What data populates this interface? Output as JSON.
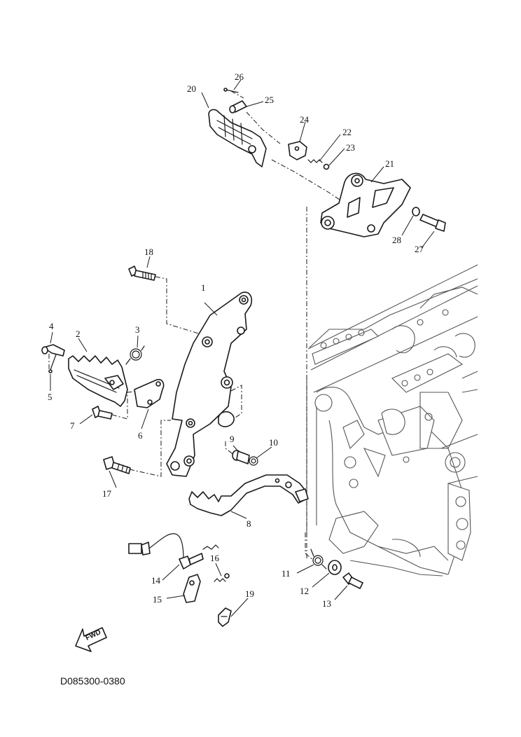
{
  "diagram_code": "D085300-0380",
  "fwd_label": "FWD",
  "callouts": [
    {
      "id": "c1",
      "label": "1"
    },
    {
      "id": "c2",
      "label": "2"
    },
    {
      "id": "c3",
      "label": "3"
    },
    {
      "id": "c4",
      "label": "4"
    },
    {
      "id": "c5",
      "label": "5"
    },
    {
      "id": "c6",
      "label": "6"
    },
    {
      "id": "c7",
      "label": "7"
    },
    {
      "id": "c8",
      "label": "8"
    },
    {
      "id": "c9",
      "label": "9"
    },
    {
      "id": "c10",
      "label": "10"
    },
    {
      "id": "c11",
      "label": "11"
    },
    {
      "id": "c12",
      "label": "12"
    },
    {
      "id": "c13",
      "label": "13"
    },
    {
      "id": "c14",
      "label": "14"
    },
    {
      "id": "c15",
      "label": "15"
    },
    {
      "id": "c16",
      "label": "16"
    },
    {
      "id": "c17",
      "label": "17"
    },
    {
      "id": "c18",
      "label": "18"
    },
    {
      "id": "c19",
      "label": "19"
    },
    {
      "id": "c20",
      "label": "20"
    },
    {
      "id": "c21",
      "label": "21"
    },
    {
      "id": "c22",
      "label": "22"
    },
    {
      "id": "c23",
      "label": "23"
    },
    {
      "id": "c24",
      "label": "24"
    },
    {
      "id": "c25",
      "label": "25"
    },
    {
      "id": "c26",
      "label": "26"
    },
    {
      "id": "c27",
      "label": "27"
    },
    {
      "id": "c28",
      "label": "28"
    }
  ]
}
